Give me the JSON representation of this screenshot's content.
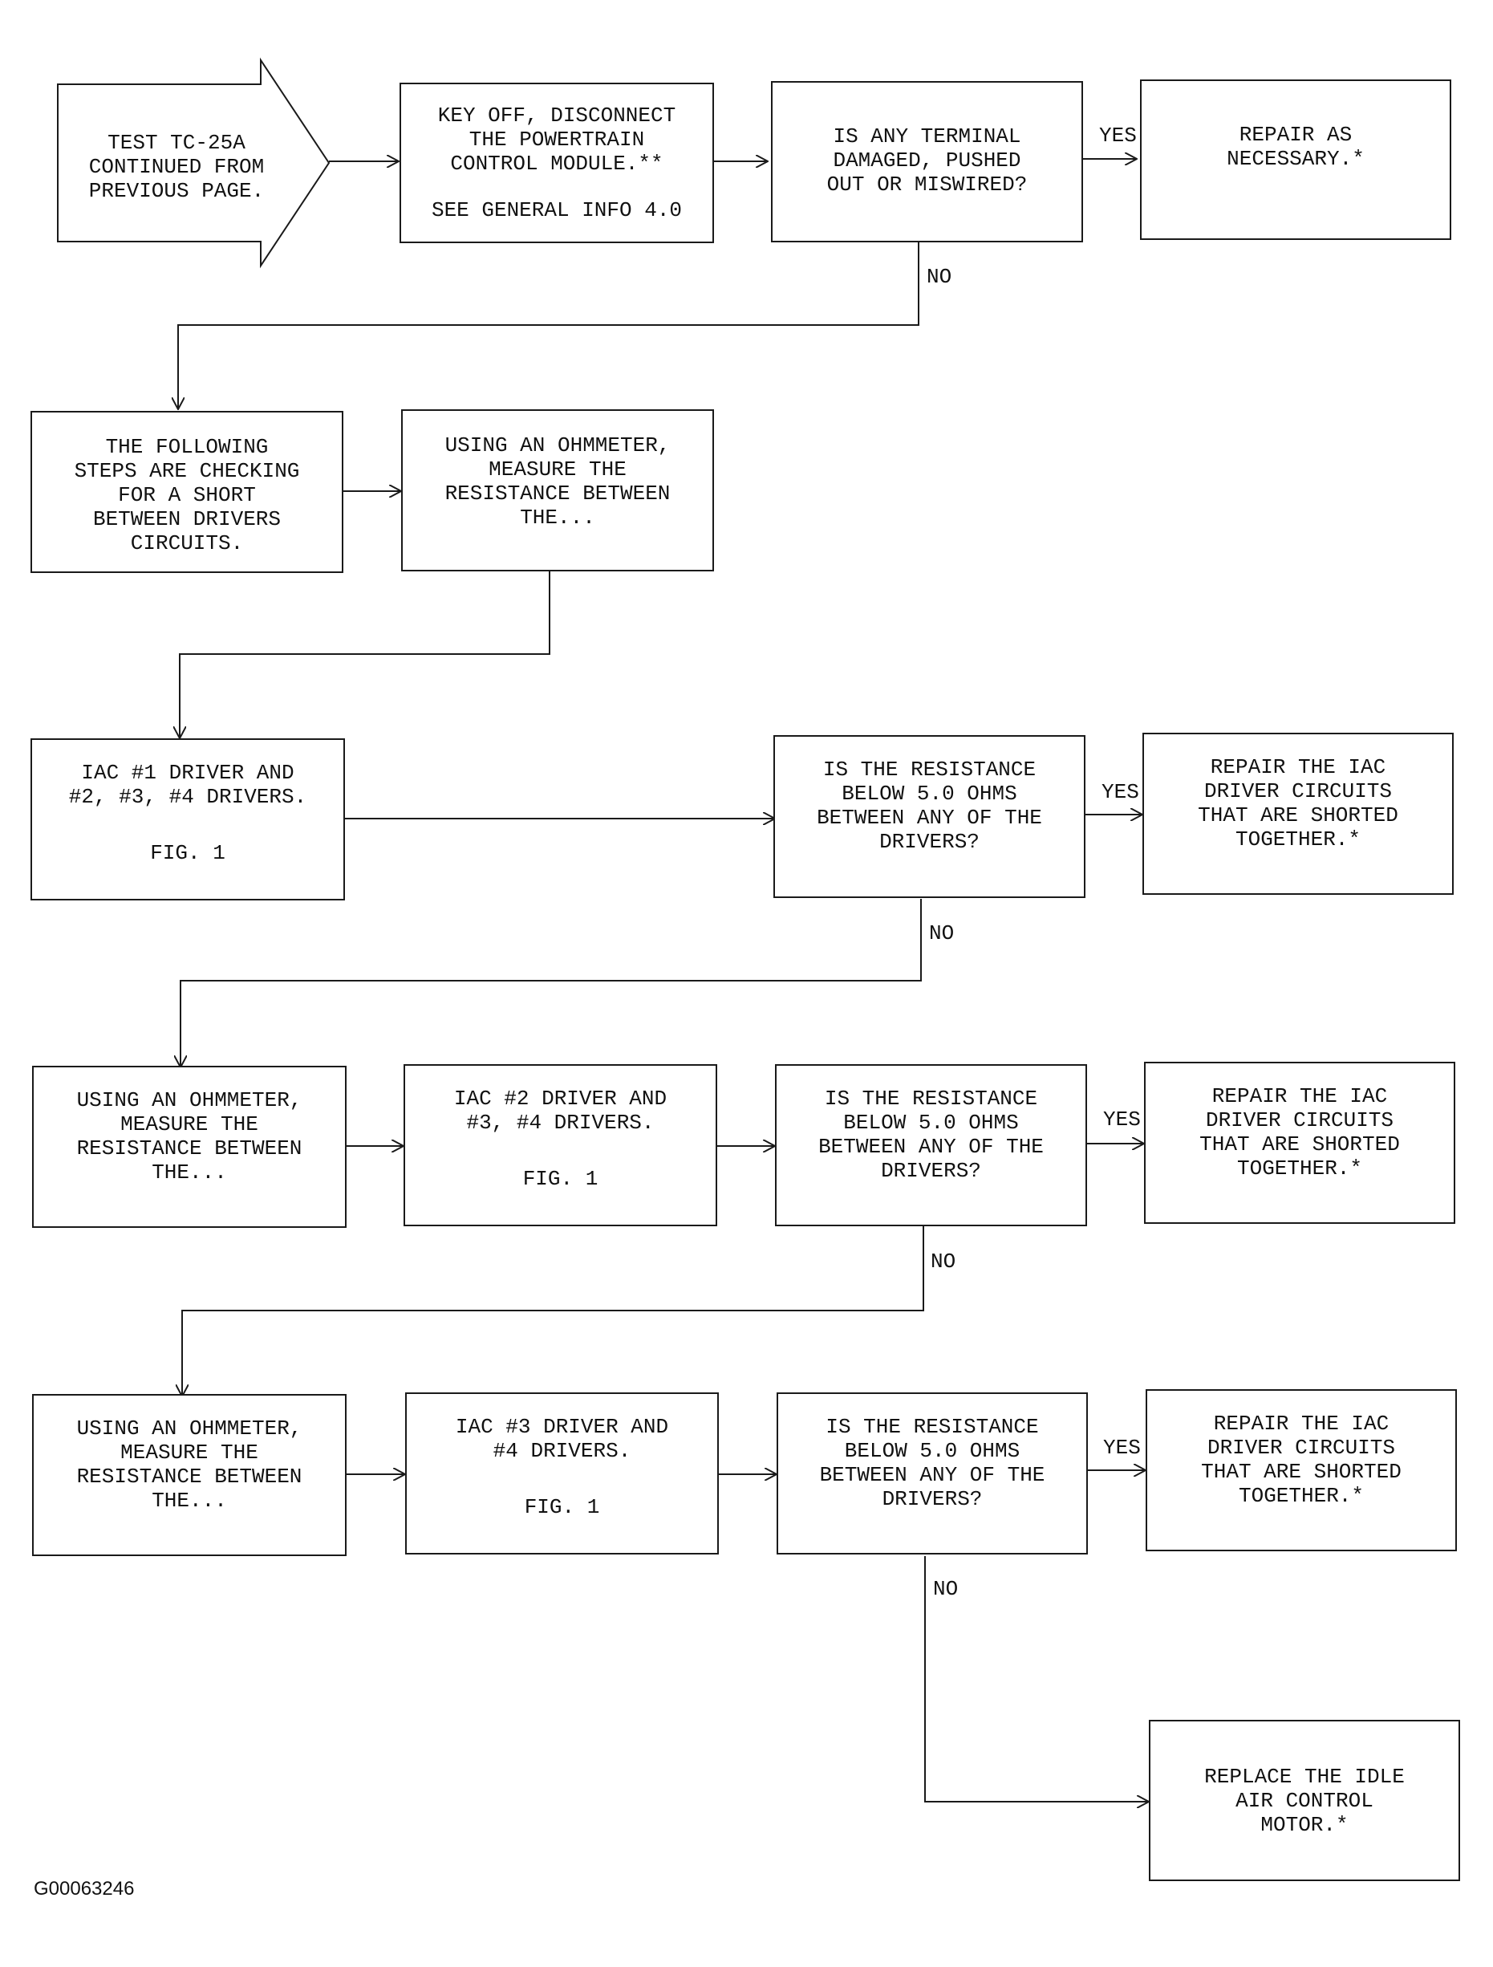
{
  "start": {
    "text": "TEST TC-25A\nCONTINUED FROM\nPREVIOUS PAGE."
  },
  "nodes": {
    "disconnect": {
      "text": "KEY OFF, DISCONNECT\nTHE POWERTRAIN\nCONTROL MODULE.**",
      "info": "SEE GENERAL INFO 4.0"
    },
    "terminal_q": {
      "text": "IS ANY TERMINAL\nDAMAGED, PUSHED\nOUT OR MISWIRED?"
    },
    "repair1": {
      "text": "REPAIR AS\nNECESSARY.*"
    },
    "following": {
      "text": "THE FOLLOWING\nSTEPS ARE CHECKING\nFOR A SHORT\nBETWEEN DRIVERS\nCIRCUITS."
    },
    "ohm0": {
      "text": "USING AN OHMMETER,\nMEASURE THE\nRESISTANCE BETWEEN\nTHE..."
    },
    "iac1": {
      "text": "IAC #1 DRIVER AND\n#2, #3, #4 DRIVERS.",
      "fig": "FIG. 1"
    },
    "q1": {
      "text": "IS THE RESISTANCE\nBELOW 5.0 OHMS\nBETWEEN ANY OF THE\nDRIVERS?"
    },
    "repair2": {
      "text": "REPAIR THE IAC\nDRIVER CIRCUITS\nTHAT ARE SHORTED\nTOGETHER.*"
    },
    "ohm1": {
      "text": "USING AN OHMMETER,\nMEASURE THE\nRESISTANCE BETWEEN\nTHE..."
    },
    "iac2": {
      "text": "IAC #2 DRIVER AND\n#3, #4 DRIVERS.",
      "fig": "FIG. 1"
    },
    "q2": {
      "text": "IS THE RESISTANCE\nBELOW 5.0 OHMS\nBETWEEN ANY OF THE\nDRIVERS?"
    },
    "repair3": {
      "text": "REPAIR THE IAC\nDRIVER CIRCUITS\nTHAT ARE SHORTED\nTOGETHER.*"
    },
    "ohm2": {
      "text": "USING AN OHMMETER,\nMEASURE THE\nRESISTANCE BETWEEN\nTHE..."
    },
    "iac3": {
      "text": "IAC #3 DRIVER AND\n#4 DRIVERS.",
      "fig": "FIG. 1"
    },
    "q3": {
      "text": "IS THE RESISTANCE\nBELOW 5.0 OHMS\nBETWEEN ANY OF THE\nDRIVERS?"
    },
    "repair4": {
      "text": "REPAIR THE IAC\nDRIVER CIRCUITS\nTHAT ARE SHORTED\nTOGETHER.*"
    },
    "replace": {
      "text": "REPLACE THE IDLE\nAIR CONTROL\nMOTOR.*"
    }
  },
  "labels": {
    "yes": "YES",
    "no": "NO"
  },
  "figure_id": "G00063246"
}
